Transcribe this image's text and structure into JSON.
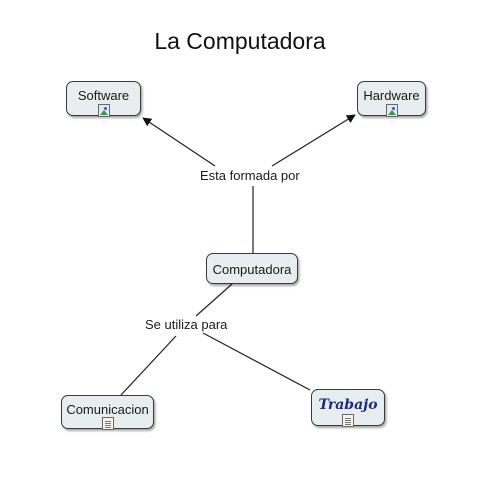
{
  "title": "La Computadora",
  "nodes": {
    "software": "Software",
    "hardware": "Hardware",
    "computadora": "Computadora",
    "comunicacion": "Comunicacion",
    "trabajo": "Trabajo"
  },
  "links": {
    "formada": "Esta formada por",
    "utiliza": "Se utiliza para"
  },
  "icons": {
    "software": "image-icon",
    "hardware": "image-icon",
    "comunicacion": "document-icon",
    "trabajo": "document-icon"
  }
}
